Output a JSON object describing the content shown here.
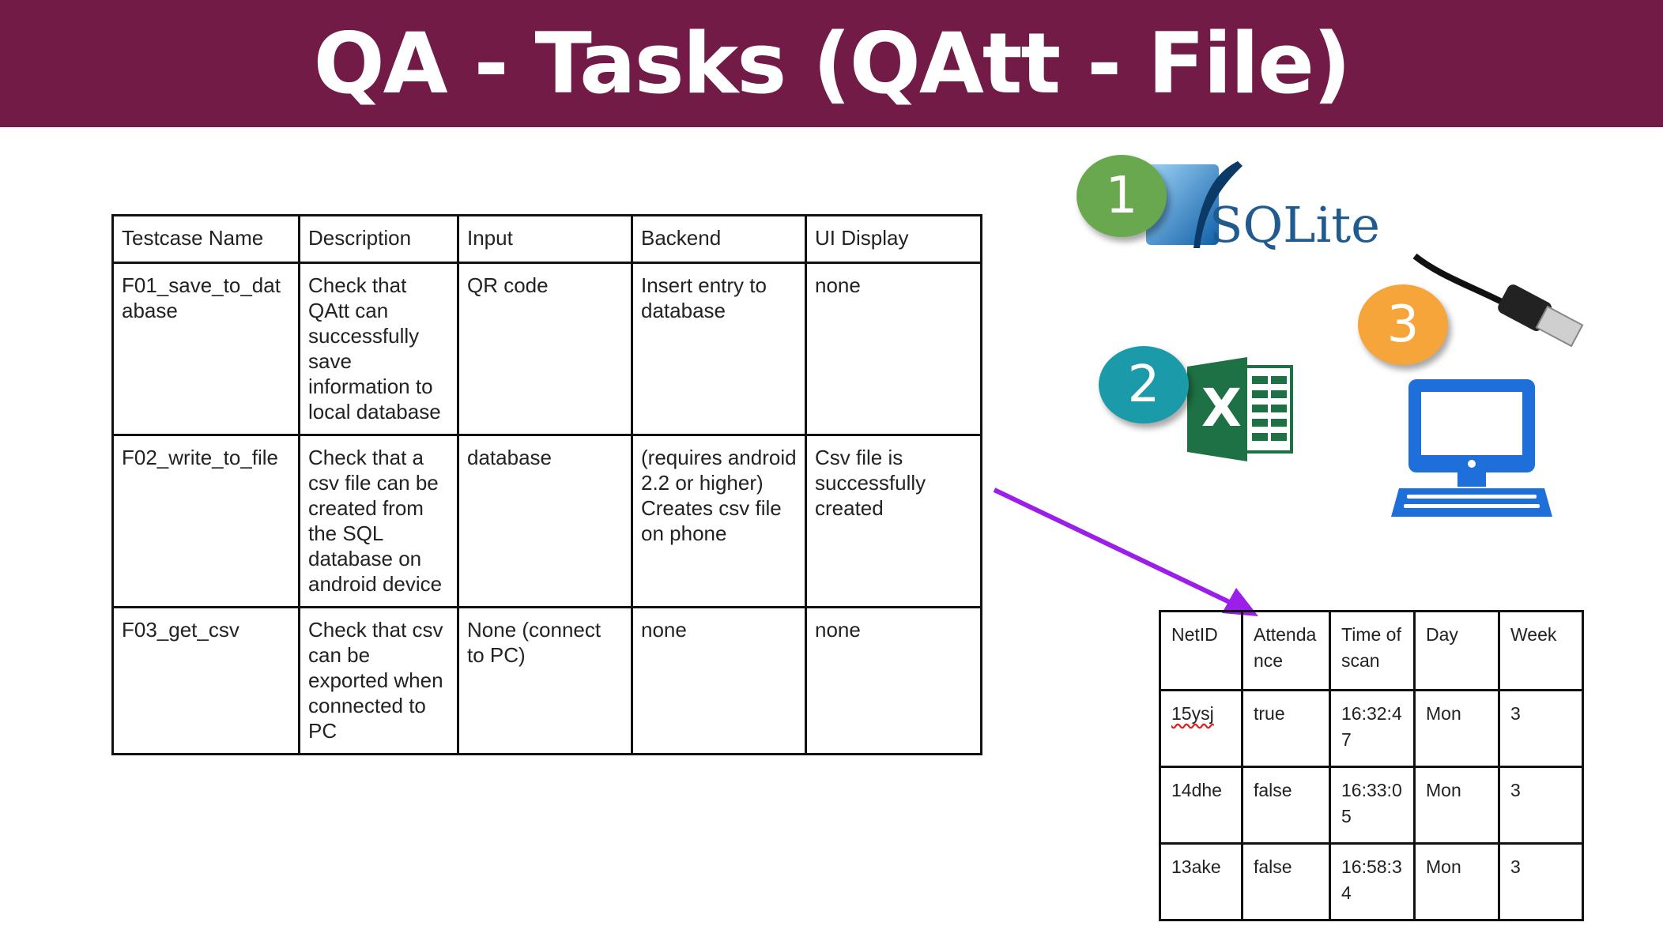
{
  "slide": {
    "title": "QA - Tasks (QAtt - File)"
  },
  "testcases": {
    "headers": [
      "Testcase Name",
      "Description",
      "Input",
      "Backend",
      "UI Display"
    ],
    "rows": [
      [
        "F01_save_to_dat\nabase",
        "Check that\nQAtt can\nsuccessfully\nsave\ninformation to\nlocal database",
        "QR code",
        "Insert entry to\ndatabase",
        "none"
      ],
      [
        "F02_write_to_file",
        "Check that a\ncsv file can be\ncreated from\nthe SQL\ndatabase on\nandroid device",
        "database",
        "(requires android\n2.2 or higher)\nCreates csv file\non phone",
        "Csv file is\nsuccessfully\ncreated"
      ],
      [
        "F03_get_csv",
        "Check that csv\ncan be\nexported when\nconnected to\nPC",
        "None (connect\nto PC)",
        "none",
        "none"
      ]
    ]
  },
  "attendance": {
    "headers": [
      "NetID",
      "Attenda\nnce",
      "Time of\nscan",
      "Day",
      "Week"
    ],
    "rows": [
      [
        "15ysj",
        "true",
        "16:32:4\n7",
        "Mon",
        "3"
      ],
      [
        "14dhe",
        "false",
        "16:33:0\n5",
        "Mon",
        "3"
      ],
      [
        "13ake",
        "false",
        "16:58:3\n4",
        "Mon",
        "3"
      ]
    ]
  },
  "badges": {
    "one": "1",
    "two": "2",
    "three": "3"
  },
  "logos": {
    "sqlite": "SQLite",
    "excel_letter": "X"
  },
  "colors": {
    "banner": "#731b47",
    "arrow": "#9b1fe8",
    "badge_green": "#6aa84f",
    "badge_teal": "#1b9aaa",
    "badge_orange": "#f6a53a",
    "excel_green": "#1e7145",
    "computer_blue": "#1e6fd9"
  }
}
